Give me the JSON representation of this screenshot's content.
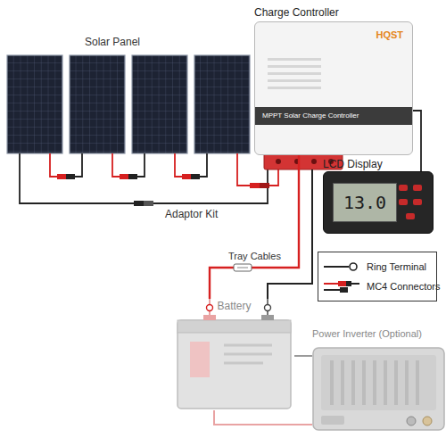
{
  "diagram": {
    "nodes": [
      {
        "text": [
          "Charge Controller",
          "HQST",
          "MPPT Solar Charge Controller"
        ]
      },
      {
        "text": [
          "LCD Display",
          "13.0"
        ]
      },
      {
        "text": [
          "Battery"
        ]
      },
      {
        "text": [
          "Power Inverter (Optional)"
        ]
      }
    ],
    "edges": [
      {
        "from": 0,
        "to": 1,
        "arrow": "none"
      },
      {
        "from": 0,
        "to": 2,
        "arrow": "none",
        "label": "Tray Cables"
      },
      {
        "from": 2,
        "to": 3,
        "arrow": "none"
      }
    ],
    "labels": [
      "Solar Panel",
      "Adaptor Kit"
    ],
    "legend": [
      {
        "text": "Ring Terminal"
      },
      {
        "text": "MC4 Connectors"
      }
    ]
  }
}
